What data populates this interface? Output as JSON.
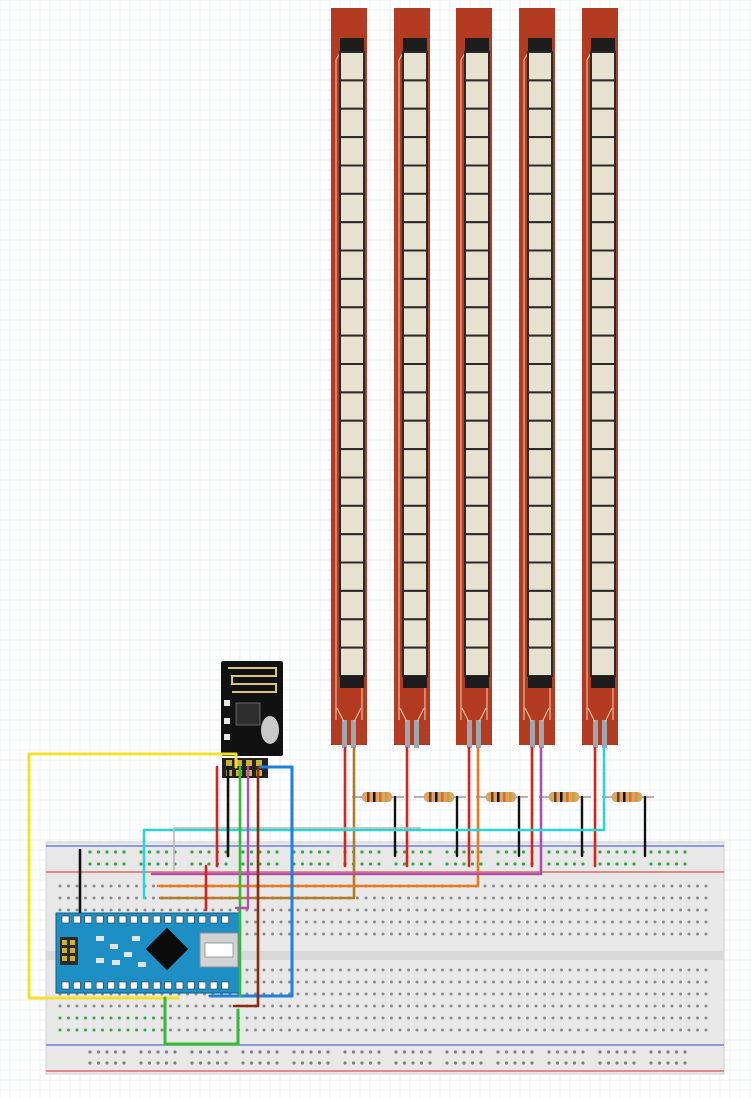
{
  "canvas": {
    "background": "#ffffff",
    "grid_color": "#dfe6ef"
  },
  "flex_sensors": {
    "count": 5,
    "segments_per_sensor": 22,
    "substrate_color": "#b23b22",
    "segment_color": "#e6e2cf",
    "segment_border": "#2a2a2a",
    "pin_color": "#9ea7ad"
  },
  "resistors": {
    "count": 5,
    "body_color": "#d9a36a",
    "bands": [
      "#7a3b10",
      "#111111",
      "#d4711c",
      "#c9a227"
    ]
  },
  "rf_module": {
    "pcb_color": "#111111",
    "antenna_color": "#d9c27a",
    "header_pins": 8
  },
  "arduino_nano": {
    "pcb_color": "#1d8fc4",
    "chip_color": "#0b0b0b",
    "usb_color": "#d0d3d6",
    "header_pins_per_row": 15
  },
  "breadboard": {
    "body_color": "#e8e8e8",
    "rail_positive_color": "#e06a6a",
    "rail_negative_color": "#6a7fe0",
    "hole_color": "#3aa34a",
    "hole_color_inactive": "#7e7e7e"
  },
  "wires": {
    "yellow": "#f3e02b",
    "cyan": "#2bd4d8",
    "blue": "#1e7fe0",
    "red": "#d9221c",
    "black": "#111111",
    "green": "#33bb33",
    "purple": "#b04fb0",
    "orange": "#e87a1c",
    "brown": "#b07a2a",
    "dark_red": "#8a2a12",
    "gray": "#b9b9b9"
  }
}
